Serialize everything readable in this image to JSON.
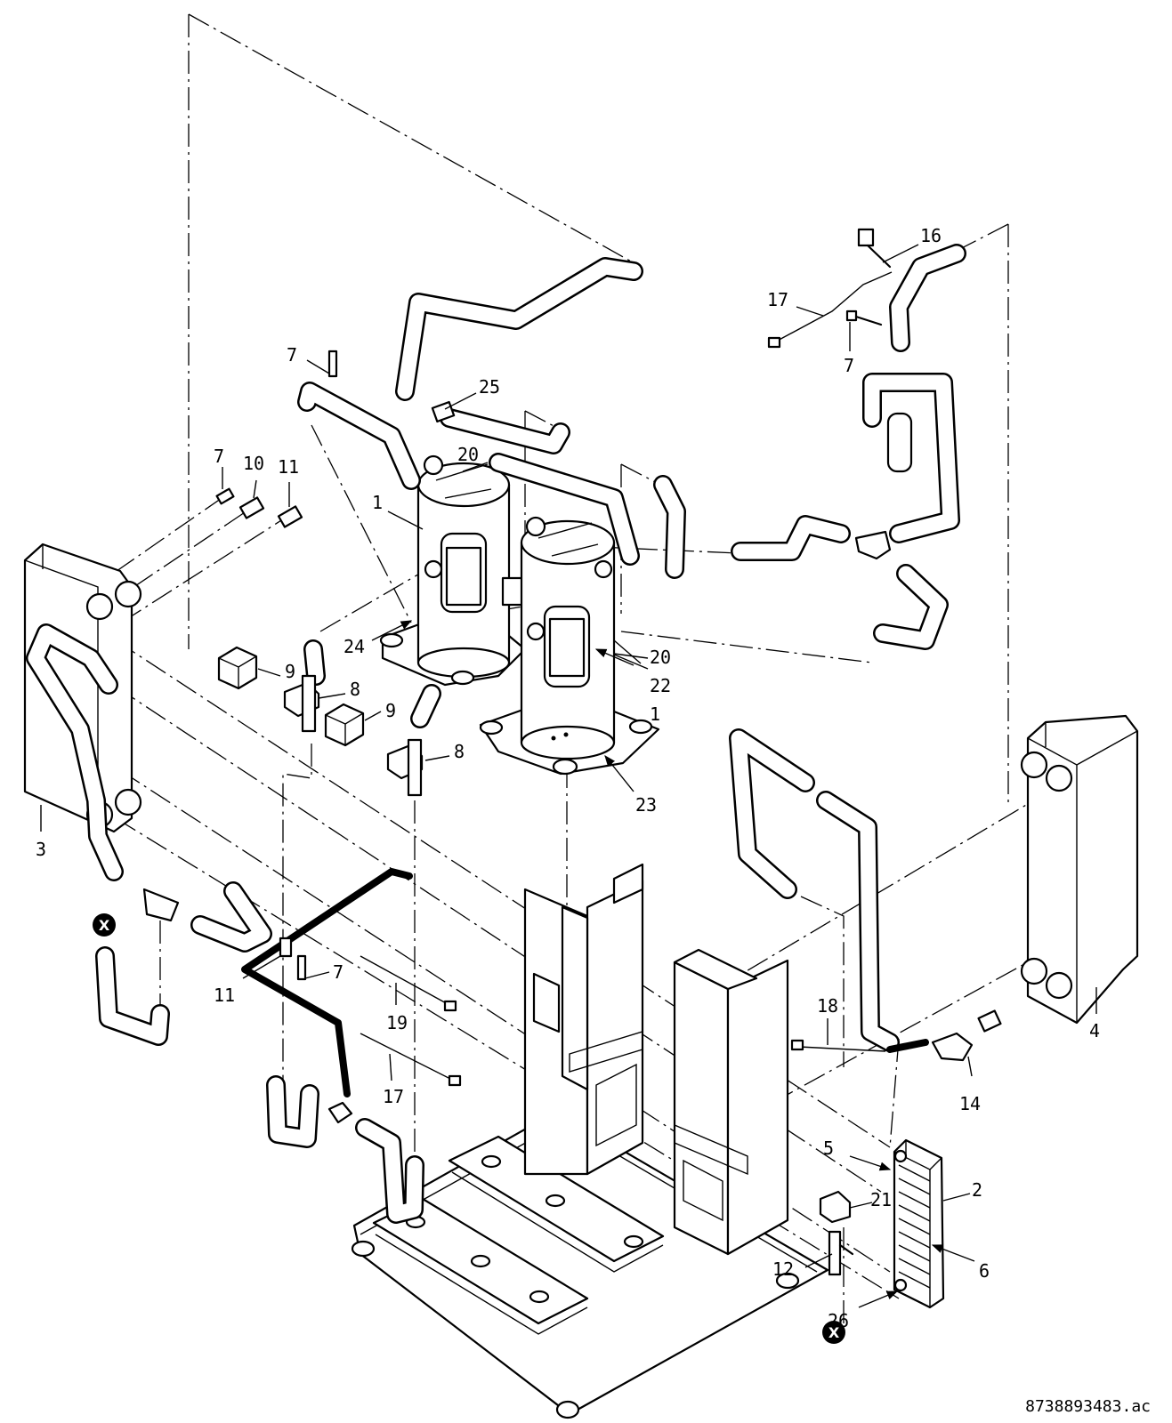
{
  "callouts": {
    "c1a": "1",
    "c1b": "1",
    "c2": "2",
    "c3": "3",
    "c4": "4",
    "c5": "5",
    "c6": "6",
    "c7a": "7",
    "c7b": "7",
    "c7c": "7",
    "c7d": "7",
    "c8a": "8",
    "c8b": "8",
    "c9a": "9",
    "c9b": "9",
    "c10": "10",
    "c11a": "11",
    "c11b": "11",
    "c12": "12",
    "c14": "14",
    "c16": "16",
    "c17a": "17",
    "c17b": "17",
    "c18": "18",
    "c19": "19",
    "c20a": "20",
    "c20b": "20",
    "c21": "21",
    "c22": "22",
    "c23": "23",
    "c24": "24",
    "c25": "25",
    "c26": "26"
  },
  "connection_marker": "X",
  "document_reference": "8738893483.ac"
}
